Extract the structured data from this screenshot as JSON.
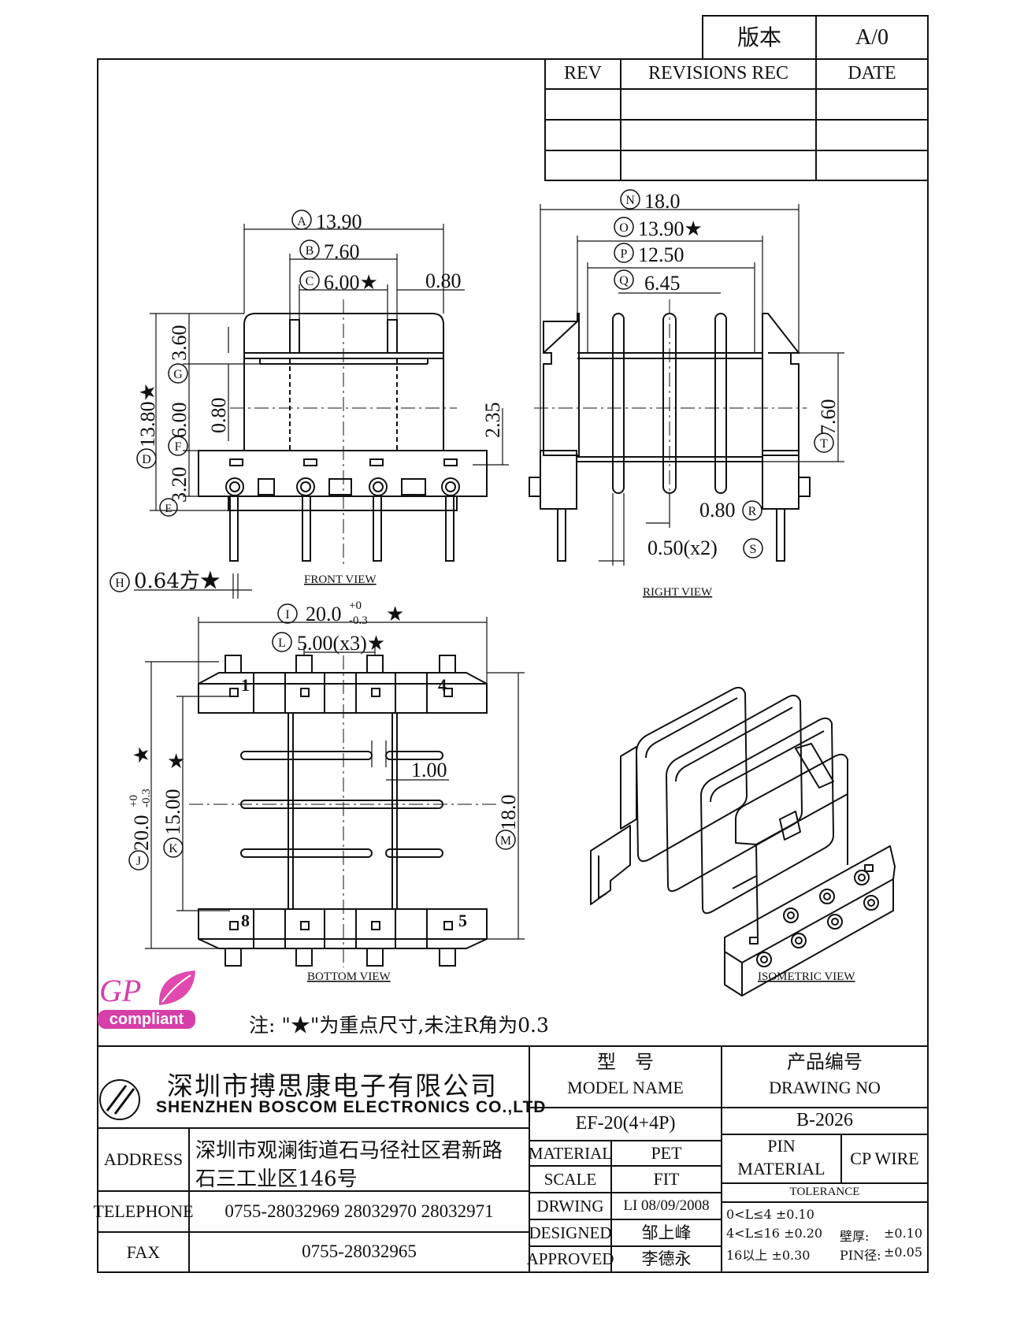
{
  "version_box": {
    "label": "版本",
    "value": "A/0"
  },
  "revisions": {
    "rev": "REV",
    "rec": "REVISIONS REC",
    "date": "DATE"
  },
  "views": {
    "front": "FRONT VIEW",
    "right": "RIGHT VIEW",
    "bottom": "BOTTOM VIEW",
    "isometric": "ISOMETRIC VIEW"
  },
  "dims": {
    "A": {
      "letter": "A",
      "value": "13.90"
    },
    "B": {
      "letter": "B",
      "value": "7.60"
    },
    "C": {
      "letter": "C",
      "value": "6.00★"
    },
    "c_side": "0.80",
    "G": {
      "letter": "G",
      "value": "3.60"
    },
    "F": {
      "letter": "F",
      "value": "6.00"
    },
    "D": {
      "letter": "D",
      "value": "13.80★"
    },
    "E": {
      "letter": "E",
      "value": "3.20"
    },
    "front_080": "0.80",
    "front_235": "2.35",
    "H": {
      "letter": "H",
      "value": "0.64方★"
    },
    "N": {
      "letter": "N",
      "value": "18.0"
    },
    "O": {
      "letter": "O",
      "value": "13.90★"
    },
    "P": {
      "letter": "P",
      "value": "12.50"
    },
    "Q": {
      "letter": "Q",
      "value": "6.45"
    },
    "T": {
      "letter": "T",
      "value": "7.60"
    },
    "R": {
      "letter": "R",
      "value": "0.80"
    },
    "S": {
      "letter": "S",
      "value": "0.50(x2)"
    },
    "I": {
      "letter": "I",
      "value": "20.0",
      "tol_plus": "+0",
      "tol_minus": "-0.3",
      "star": "★"
    },
    "L": {
      "letter": "L",
      "value": "5.00(x3)★"
    },
    "J": {
      "letter": "J",
      "value": "20.0",
      "tol_plus": "+0",
      "tol_minus": "-0.3",
      "star": "★"
    },
    "K": {
      "letter": "K",
      "value": "15.00",
      "star": "★"
    },
    "M": {
      "letter": "M",
      "value": "18.0"
    },
    "slot": "1.00"
  },
  "pins": {
    "p1": "1",
    "p4": "4",
    "p8": "8",
    "p5": "5"
  },
  "gp_logo": {
    "line1": "GP",
    "line2": "compliant"
  },
  "note": "注: \"★\"为重点尺寸,未注R角为0.3",
  "title_block": {
    "company_cn": "深圳市搏思康电子有限公司",
    "company_en": "SHENZHEN BOSCOM ELECTRONICS CO.,LTD",
    "model_label_cn": "型　号",
    "model_label_en": "MODEL NAME",
    "drawing_label_cn": "产品编号",
    "drawing_label_en": "DRAWING NO",
    "model_value": "EF-20(4+4P)",
    "drawing_value": "B-2026",
    "address_label": "ADDRESS",
    "address_line1": "深圳市观澜街道石马径社区君新路",
    "address_line2": "石三工业区146号",
    "telephone_label": "TELEPHONE",
    "telephone_value": "0755-28032969 28032970 28032971",
    "fax_label": "FAX",
    "fax_value": "0755-28032965",
    "material_label": "MATERIAL",
    "material_value": "PET",
    "scale_label": "SCALE",
    "scale_value": "FIT",
    "drwing_label": "DRWING",
    "drwing_value": "LI 08/09/2008",
    "designed_label": "DESIGNED",
    "designed_value": "邹上峰",
    "approved_label": "APPROVED",
    "approved_value": "李德永",
    "pin_material_label1": "PIN",
    "pin_material_label2": "MATERIAL",
    "pin_material_value": "CP WIRE",
    "tolerance_label": "TOLERANCE",
    "tol1": "0<L≤4  ±0.10",
    "tol2": "4<L≤16 ±0.20",
    "tol3": "16以上     ±0.30",
    "wall_label": "壁厚:",
    "wall_value": "±0.10",
    "pin_dia_label": "PIN径:",
    "pin_dia_value": "±0.05"
  }
}
